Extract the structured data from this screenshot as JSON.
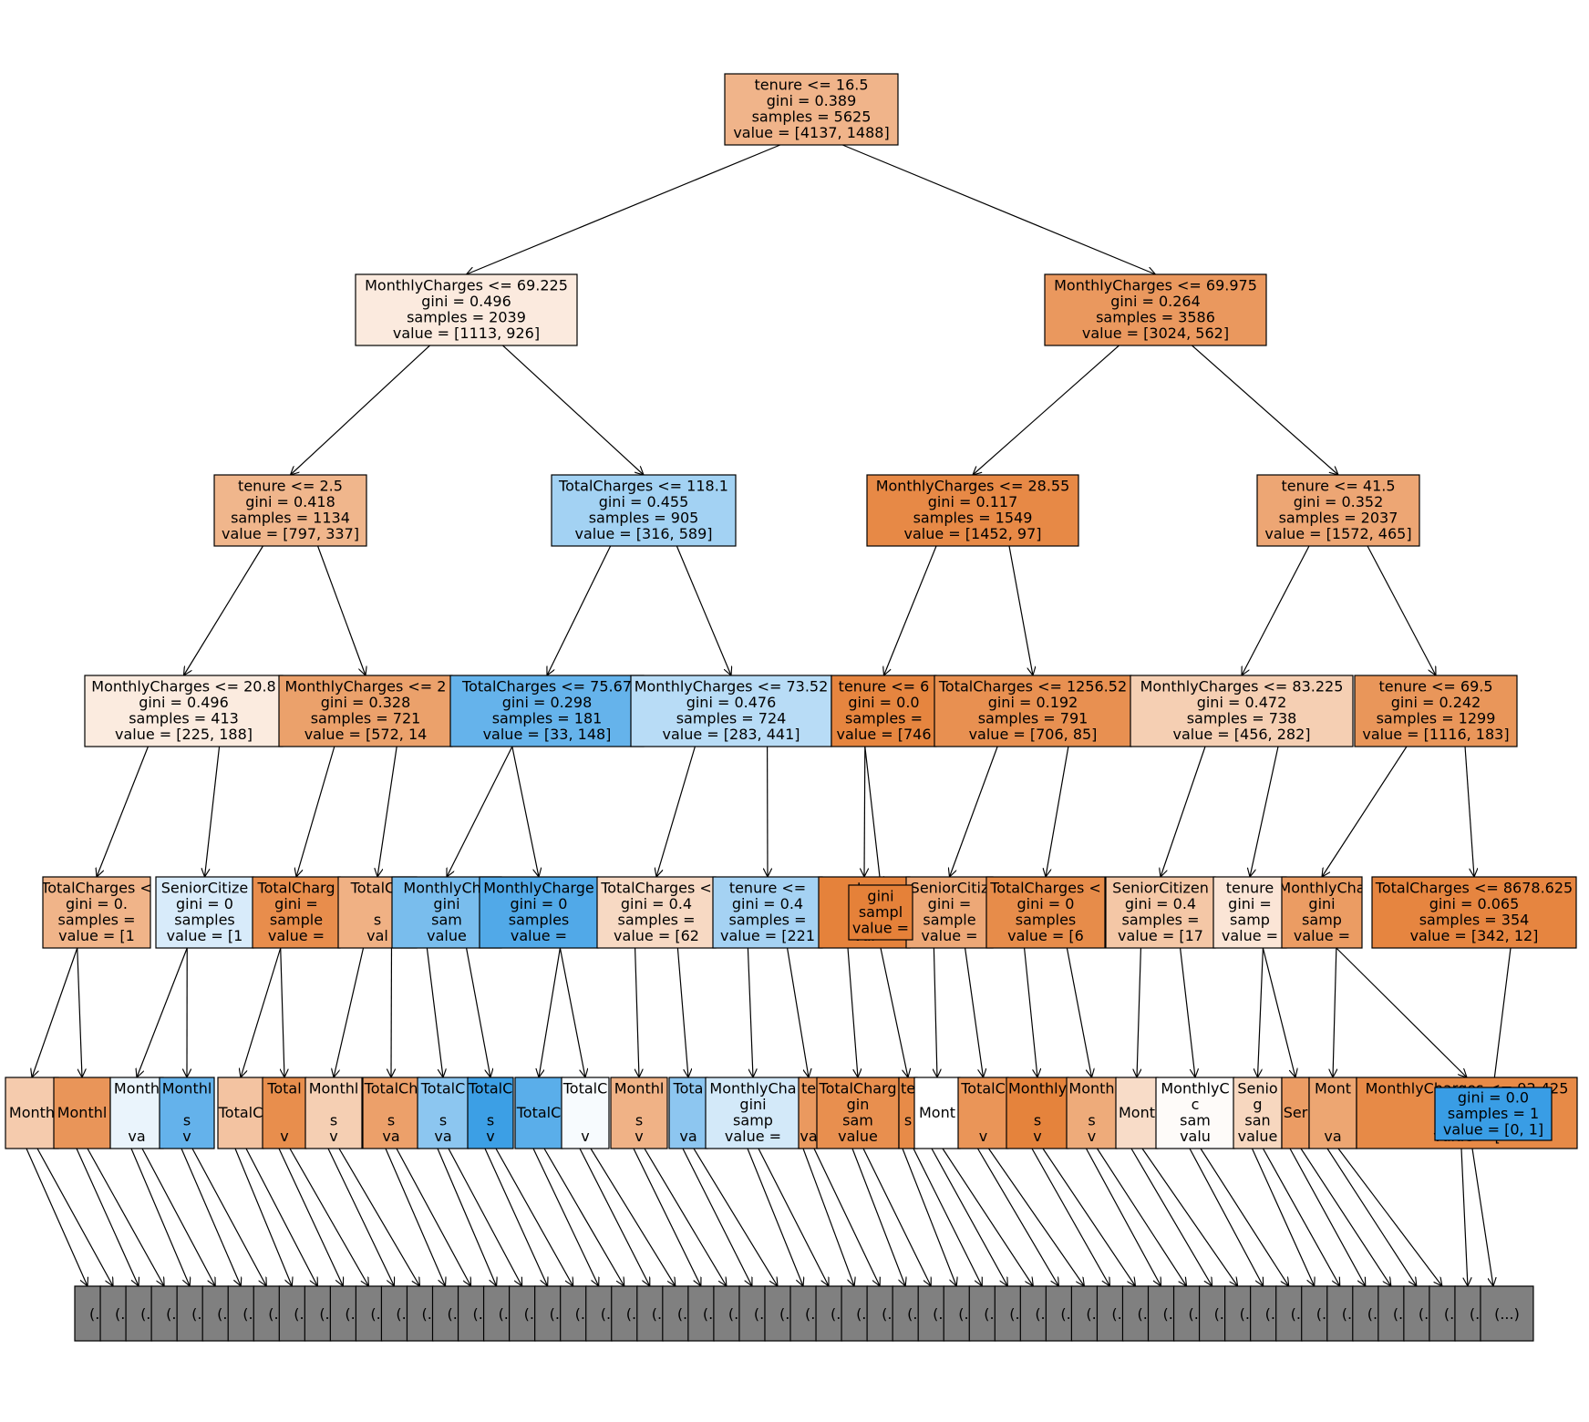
{
  "chart_data": {
    "type": "decision-tree",
    "colors": {
      "class0": "#e58139",
      "class1": "#399de5",
      "truncated": "#808080",
      "edge": "#000000"
    },
    "nodes": [
      {
        "id": "n0",
        "lines": [
          "tenure <= 16.5",
          "gini = 0.389",
          "samples = 5625",
          "value = [4137, 1488]"
        ],
        "fill": "#f0b48a"
      },
      {
        "id": "n1",
        "parent": "n0",
        "lines": [
          "MonthlyCharges <= 69.225",
          "gini = 0.496",
          "samples = 2039",
          "value = [1113, 926]"
        ],
        "fill": "#fbeade"
      },
      {
        "id": "n2",
        "parent": "n0",
        "lines": [
          "MonthlyCharges <= 69.975",
          "gini = 0.264",
          "samples = 3586",
          "value = [3024, 562]"
        ],
        "fill": "#ea985e"
      },
      {
        "id": "n3",
        "parent": "n1",
        "lines": [
          "tenure <= 2.5",
          "gini = 0.418",
          "samples = 1134",
          "value = [797, 337]"
        ],
        "fill": "#f0b68c"
      },
      {
        "id": "n4",
        "parent": "n1",
        "lines": [
          "TotalCharges <= 118.1",
          "gini = 0.455",
          "samples = 905",
          "value = [316, 589]"
        ],
        "fill": "#a3d2f3"
      },
      {
        "id": "n5",
        "parent": "n2",
        "lines": [
          "MonthlyCharges <= 28.55",
          "gini = 0.117",
          "samples = 1549",
          "value = [1452, 97]"
        ],
        "fill": "#e78946"
      },
      {
        "id": "n6",
        "parent": "n2",
        "lines": [
          "tenure <= 41.5",
          "gini = 0.352",
          "samples = 2037",
          "value = [1572, 465]"
        ],
        "fill": "#eda674"
      },
      {
        "id": "n7",
        "parent": "n3",
        "lines": [
          "MonthlyCharges <= 20.8",
          "gini = 0.496",
          "samples = 413",
          "value = [225, 188]"
        ],
        "fill": "#fbebdf"
      },
      {
        "id": "n8",
        "parent": "n3",
        "lines": [
          "MonthlyCharges <= 2",
          "gini = 0.328",
          "samples = 721",
          "value = [572, 14"
        ],
        "fill": "#eba16b"
      },
      {
        "id": "n9",
        "parent": "n4",
        "lines": [
          "TotalCharges <= 75.67",
          "gini = 0.298",
          "samples = 181",
          "value = [33, 148]"
        ],
        "fill": "#65b3eb"
      },
      {
        "id": "n10",
        "parent": "n4",
        "lines": [
          "MonthlyCharges <= 73.52",
          "gini = 0.476",
          "samples = 724",
          "value = [283, 441]"
        ],
        "fill": "#b8dcf6"
      },
      {
        "id": "n11",
        "parent": "n5",
        "lines": [
          "tenure <= 6",
          "gini = 0.0",
          "samples =",
          "value = [746"
        ],
        "fill": "#e6853f"
      },
      {
        "id": "n12",
        "parent": "n5",
        "lines": [
          "TotalCharges <= 1256.52",
          "gini = 0.192",
          "samples = 791",
          "value = [706, 85]"
        ],
        "fill": "#e89051"
      },
      {
        "id": "n13",
        "parent": "n6",
        "lines": [
          "MonthlyCharges <= 83.225",
          "gini = 0.472",
          "samples = 738",
          "value = [456, 282]"
        ],
        "fill": "#f5cfb3"
      },
      {
        "id": "n14",
        "parent": "n6",
        "lines": [
          "tenure <= 69.5",
          "gini = 0.242",
          "samples = 1299",
          "value = [1116, 183]"
        ],
        "fill": "#e9965a"
      },
      {
        "id": "n15",
        "parent": "n7",
        "lines": [
          "TotalCharges <",
          "gini = 0.",
          "samples =",
          "value = [1"
        ],
        "fill": "#f0b489"
      },
      {
        "id": "n16",
        "parent": "n7",
        "lines": [
          "SeniorCitize",
          "gini = 0",
          "samples",
          "value = [1"
        ],
        "fill": "#d8ebfa"
      },
      {
        "id": "n17",
        "parent": "n8",
        "lines": [
          "TotalCharg",
          "gini =",
          "sample",
          "value ="
        ],
        "fill": "#e88d4c"
      },
      {
        "id": "n18",
        "parent": "n8",
        "lines": [
          "TotalCh",
          "",
          "s",
          "val"
        ],
        "fill": "#f0b184"
      },
      {
        "id": "n19",
        "parent": "n9",
        "lines": [
          "MonthlyCha",
          "gini",
          "sam",
          "value"
        ],
        "fill": "#79bded"
      },
      {
        "id": "n20",
        "parent": "n9",
        "lines": [
          "MonthlyCharge",
          "gini = 0",
          "samples",
          "value ="
        ],
        "fill": "#51a9e8"
      },
      {
        "id": "n21",
        "parent": "n10",
        "lines": [
          "TotalCharges <",
          "gini = 0.4",
          "samples =",
          "value = [62"
        ],
        "fill": "#f7d9c3"
      },
      {
        "id": "n22",
        "parent": "n10",
        "lines": [
          "tenure <=",
          "gini = 0.4",
          "samples =",
          "value = [221"
        ],
        "fill": "#a5d2f3"
      },
      {
        "id": "n23",
        "parent": "n11",
        "lines": [
          "te",
          "g",
          "sa",
          "val"
        ],
        "fill": "#e5823b"
      },
      {
        "id": "n24",
        "parent": "n12",
        "lines": [
          "SeniorCitiz",
          "gini =",
          "sample",
          "value ="
        ],
        "fill": "#eda877"
      },
      {
        "id": "n25",
        "parent": "n12",
        "lines": [
          "TotalCharges <",
          "gini = 0",
          "samples",
          "value = [6"
        ],
        "fill": "#e78c4a"
      },
      {
        "id": "n26",
        "parent": "n13",
        "lines": [
          "SeniorCitizen",
          "gini = 0.4",
          "samples =",
          "value = [17"
        ],
        "fill": "#f4c7a6"
      },
      {
        "id": "n27",
        "parent": "n13",
        "lines": [
          "tenure",
          "gini =",
          "samp",
          "value ="
        ],
        "fill": "#fbe5d6"
      },
      {
        "id": "n28",
        "parent": "n14",
        "lines": [
          "MonthlyCha",
          "gini",
          "samp",
          "value ="
        ],
        "fill": "#eb9c63"
      },
      {
        "id": "n29",
        "parent": "n14",
        "lines": [
          "TotalCharges <= 8678.625",
          "gini = 0.065",
          "samples = 354",
          "value = [342, 12]"
        ],
        "fill": "#e68540"
      },
      {
        "id": "n30",
        "parent": "n11",
        "lines": [
          "gini",
          "sampl",
          "value ="
        ],
        "fill": "#e58139"
      },
      {
        "id": "d0",
        "parent": "n15",
        "lines": [
          "Month"
        ],
        "fill": "#f5cbad"
      },
      {
        "id": "d1",
        "parent": "n15",
        "lines": [
          "Monthl"
        ],
        "fill": "#e99559"
      },
      {
        "id": "d2",
        "parent": "n16",
        "lines": [
          "Month",
          "",
          "",
          "va"
        ],
        "fill": "#eaf4fc"
      },
      {
        "id": "d3",
        "parent": "n16",
        "lines": [
          "Monthl",
          "",
          "s",
          "v"
        ],
        "fill": "#64b2eb"
      },
      {
        "id": "d4",
        "parent": "n17",
        "lines": [
          "TotalC"
        ],
        "fill": "#f3c3a1"
      },
      {
        "id": "d5",
        "parent": "n17",
        "lines": [
          "Total",
          "",
          "",
          "v"
        ],
        "fill": "#e88e4d"
      },
      {
        "id": "d6",
        "parent": "n18",
        "lines": [
          "Monthl",
          "",
          "s",
          "v"
        ],
        "fill": "#f5cfb3"
      },
      {
        "id": "d7",
        "parent": "n18",
        "lines": [
          "TotalCh",
          "",
          "s",
          "va"
        ],
        "fill": "#eca06a"
      },
      {
        "id": "d8",
        "parent": "n19",
        "lines": [
          "TotalC",
          "",
          "s",
          "va"
        ],
        "fill": "#8cc6f0"
      },
      {
        "id": "d9",
        "parent": "n19",
        "lines": [
          "TotalC",
          "",
          "s",
          "v"
        ],
        "fill": "#3c9fe5"
      },
      {
        "id": "d10",
        "parent": "n20",
        "lines": [
          "TotalC"
        ],
        "fill": "#5aaeea"
      },
      {
        "id": "d11",
        "parent": "n20",
        "lines": [
          "TotalC",
          "",
          "",
          "v"
        ],
        "fill": "#f7fbfe"
      },
      {
        "id": "d12",
        "parent": "n21",
        "lines": [
          "Monthl",
          "",
          "s",
          "v"
        ],
        "fill": "#f0b286"
      },
      {
        "id": "d13",
        "parent": "n21",
        "lines": [
          "Tota",
          "",
          "",
          "va"
        ],
        "fill": "#8dc6f0"
      },
      {
        "id": "d14",
        "parent": "n22",
        "lines": [
          "MonthlyCha",
          "gini",
          "samp",
          "value ="
        ],
        "fill": "#d3e9f9"
      },
      {
        "id": "d15",
        "parent": "n22",
        "lines": [
          "te",
          "",
          "",
          "va"
        ],
        "fill": "#ea995f"
      },
      {
        "id": "d16",
        "parent": "n23",
        "lines": [
          "TotalCharg",
          "gin",
          "sam",
          "value"
        ],
        "fill": "#e88f4f"
      },
      {
        "id": "d17",
        "parent": "n23",
        "lines": [
          "te",
          "",
          "s",
          ""
        ],
        "fill": "#e78b48"
      },
      {
        "id": "d18",
        "parent": "n24",
        "lines": [
          "Mont"
        ],
        "fill": "#ffffff"
      },
      {
        "id": "d19",
        "parent": "n24",
        "lines": [
          "TotalC",
          "",
          "",
          "v"
        ],
        "fill": "#ea9558"
      },
      {
        "id": "d20",
        "parent": "n25",
        "lines": [
          "Monthly",
          "",
          "s",
          "v"
        ],
        "fill": "#e5833c"
      },
      {
        "id": "d21",
        "parent": "n25",
        "lines": [
          "Month",
          "",
          "s",
          "v"
        ],
        "fill": "#eeab7a"
      },
      {
        "id": "d22",
        "parent": "n26",
        "lines": [
          "Mont"
        ],
        "fill": "#f8dcc8"
      },
      {
        "id": "d23",
        "parent": "n26",
        "lines": [
          "MonthlyC",
          "c",
          "sam",
          "valu"
        ],
        "fill": "#fefbf9"
      },
      {
        "id": "d24",
        "parent": "n27",
        "lines": [
          "Senio",
          "g",
          "san",
          "value"
        ],
        "fill": "#f7d7bf"
      },
      {
        "id": "d25",
        "parent": "n27",
        "lines": [
          "Ser"
        ],
        "fill": "#eb9c64"
      },
      {
        "id": "d26",
        "parent": "n28",
        "lines": [
          "Mont",
          "",
          "",
          "va"
        ],
        "fill": "#eda672"
      },
      {
        "id": "d27",
        "parent": "n28",
        "lines": [
          "MonthlyCharges <= 92.425",
          "g",
          "samples",
          "value = ["
        ],
        "fill": "#e78a47"
      },
      {
        "id": "d28",
        "parent": "n29",
        "lines": [
          "gini = 0.0",
          "samples = 1",
          "value = [0, 1]"
        ],
        "fill": "#399de5"
      },
      {
        "id": "t",
        "truncated": true,
        "label": "(...)",
        "count": 56,
        "fill": "#808080"
      }
    ]
  }
}
